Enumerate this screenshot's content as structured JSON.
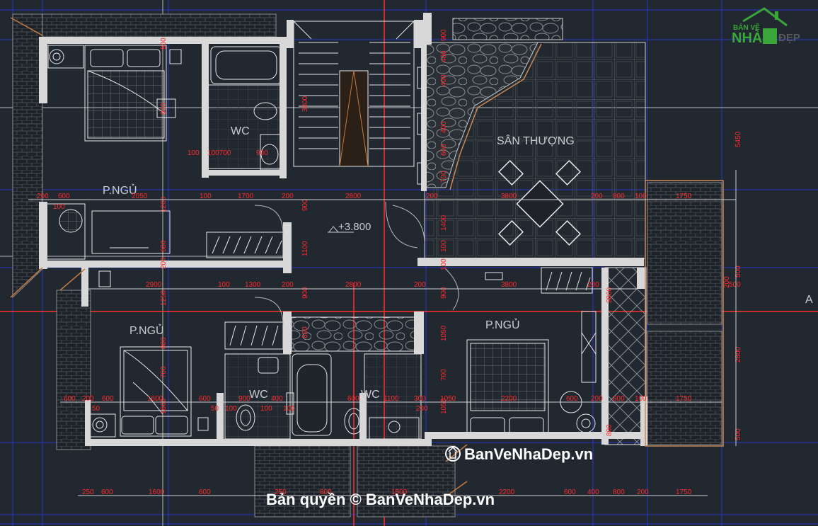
{
  "rooms": {
    "bed_top_left": "P.NGỦ",
    "bed_bottom_left": "P.NGỦ",
    "bed_bottom_right": "P.NGỦ",
    "wc_top": "WC",
    "wc_bottom_left": "WC",
    "wc_bottom_right": "WC",
    "terrace": "SÂN THƯỢNG"
  },
  "level_mark": "+3.800",
  "watermark": "BanVeNhaDep.vn",
  "copyright": "Bản quyền © BanVeNhaDep.vn",
  "logo": {
    "top": "BẢN VẼ",
    "nha": "NHÀ",
    "dep": "ĐẸP"
  },
  "colors": {
    "background": "#212830",
    "dimension": "#ff2a2a",
    "wall": "#e8e8e8",
    "grid": "#2b3cff",
    "axis": "#ff3030",
    "logo_green": "#3aa63a",
    "logo_grey": "#555a60"
  },
  "dimensions": {
    "row_270": [
      "200",
      "600",
      "2050",
      "100",
      "1700",
      "200",
      "2800",
      "200",
      "3800",
      "200",
      "800",
      "100",
      "1750"
    ],
    "row_400": [
      "2900",
      "100",
      "1300",
      "200",
      "2800",
      "200",
      "3800",
      "200",
      "500"
    ],
    "row_563": [
      "600",
      "200",
      "600",
      "1600",
      "600",
      "900",
      "400",
      "600",
      "1100",
      "300",
      "1050",
      "2200",
      "600",
      "200",
      "800",
      "100",
      "1750"
    ],
    "row_575": [
      "50",
      "50",
      "100",
      "100",
      "100",
      "200"
    ],
    "row_693": [
      "250",
      "600",
      "1600",
      "600",
      "250",
      "800",
      "1500",
      "2200",
      "600",
      "400",
      "800",
      "200",
      "1750"
    ],
    "row_214": [
      "100",
      "100700",
      "900"
    ],
    "row_291": [
      "100"
    ],
    "vertical_left": [
      "1200",
      "600",
      "200",
      "1250",
      "800",
      "700",
      "1600"
    ],
    "vertical_stair": [
      "3800",
      "900",
      "1100",
      "900",
      "850"
    ],
    "vertical_mid": [
      "900",
      "400",
      "400",
      "400",
      "600",
      "700",
      "1400",
      "100",
      "100",
      "900",
      "1050",
      "700",
      "1050"
    ],
    "vertical_right": [
      "5450",
      "2800",
      "2800",
      "500",
      "200",
      "500",
      "800"
    ],
    "vertical_top_left": [
      "900",
      "900"
    ]
  }
}
